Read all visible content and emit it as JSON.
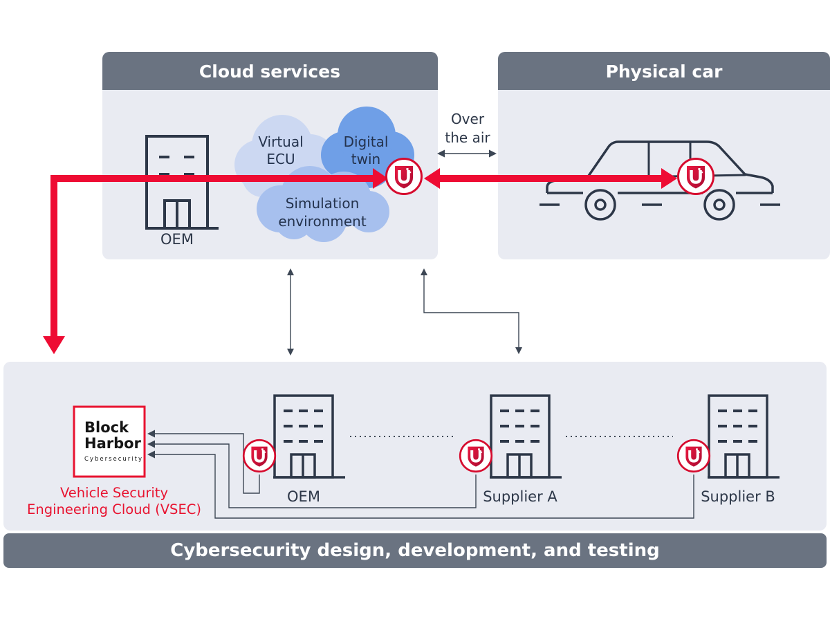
{
  "top": {
    "cloud_panel": {
      "title": "Cloud services",
      "oem_label": "OEM",
      "clouds": {
        "virtual": {
          "line1": "Virtual",
          "line2": "ECU"
        },
        "digital": {
          "line1": "Digital",
          "line2": "twin"
        },
        "simulation": {
          "line1": "Simulation",
          "line2": "environment"
        }
      }
    },
    "physical_panel": {
      "title": "Physical car"
    },
    "over_the_air": {
      "line1": "Over",
      "line2": "the air"
    }
  },
  "bottom": {
    "logo": {
      "line1": "Block",
      "line2": "Harbor",
      "line3": "Cybersecurity"
    },
    "vsec": {
      "line1": "Vehicle Security",
      "line2": "Engineering Cloud (VSEC)"
    },
    "buildings": [
      {
        "label": "OEM"
      },
      {
        "label": "Supplier A"
      },
      {
        "label": "Supplier B"
      }
    ],
    "footer": "Cybersecurity design, development, and testing"
  },
  "icons": {
    "shield_badge": "vsec-shield-badge",
    "building": "office-building",
    "car": "vehicle-outline",
    "cloud": "cloud-shape"
  },
  "colors": {
    "header_gray": "#6a7381",
    "panel_gray": "#e9ebf2",
    "brand_red": "#ee0c33",
    "badge_ring_red": "#d60b2e",
    "stroke_dark": "#2d3748",
    "cloud_light": "#ccd8f2",
    "cloud_mid": "#a7c0ee",
    "cloud_dark": "#6f9fe7"
  }
}
